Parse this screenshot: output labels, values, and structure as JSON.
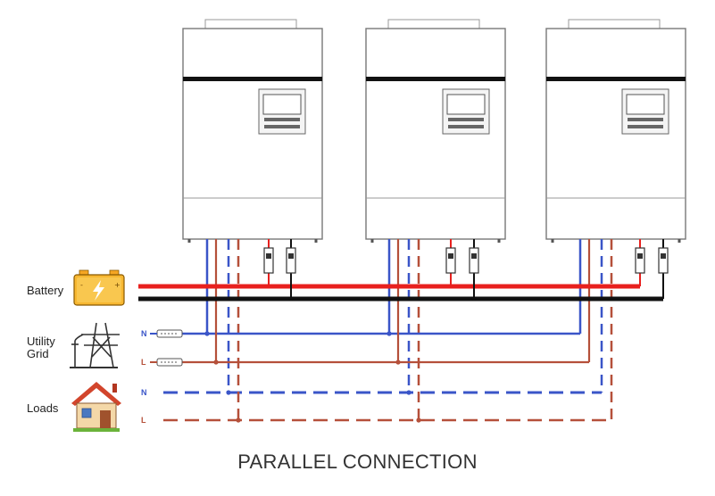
{
  "labels": {
    "battery": "Battery",
    "utility_grid_line1": "Utility",
    "utility_grid_line2": "Grid",
    "loads": "Loads"
  },
  "wire_labels": {
    "grid_neutral": "N",
    "grid_line": "L",
    "load_neutral": "N",
    "load_line": "L"
  },
  "caption": "PARALLEL CONNECTION",
  "icons": {
    "battery": "battery-icon",
    "grid": "power-pylon-icon",
    "loads": "house-icon",
    "inverter": "inverter-unit-icon"
  },
  "colors": {
    "positive": "#e8201e",
    "negative": "#111111",
    "neutral": "#3a55c8",
    "line": "#b5503a"
  }
}
